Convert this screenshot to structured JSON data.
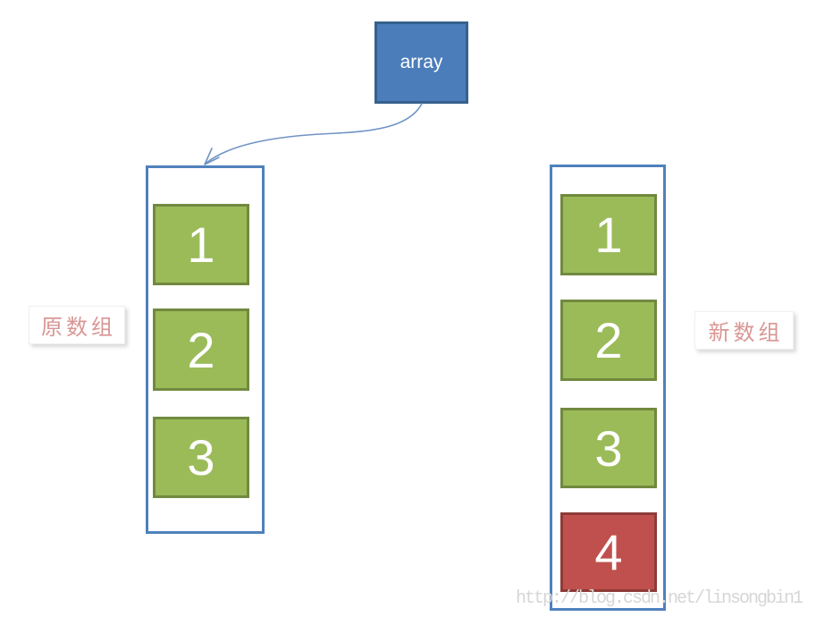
{
  "pointer": {
    "label": "array"
  },
  "left_array": {
    "label": "原数组",
    "items": [
      "1",
      "2",
      "3"
    ]
  },
  "right_array": {
    "label": "新数组",
    "items": [
      "1",
      "2",
      "3",
      "4"
    ],
    "highlighted_item": "4"
  },
  "watermark": {
    "text": "http://blog.csdn.net/linsongbin1"
  },
  "colors": {
    "pointer_fill": "#4B7DBB",
    "pointer_border": "#36618E",
    "container_border": "#4F81BD",
    "cell_green_fill": "#9BBB59",
    "cell_green_border": "#71893F",
    "cell_red_fill": "#C0504D",
    "cell_red_border": "#8E3A37",
    "label_text": "#D99694",
    "connector_stroke": "#7093C5",
    "watermark_text": "#D6D6D6"
  }
}
